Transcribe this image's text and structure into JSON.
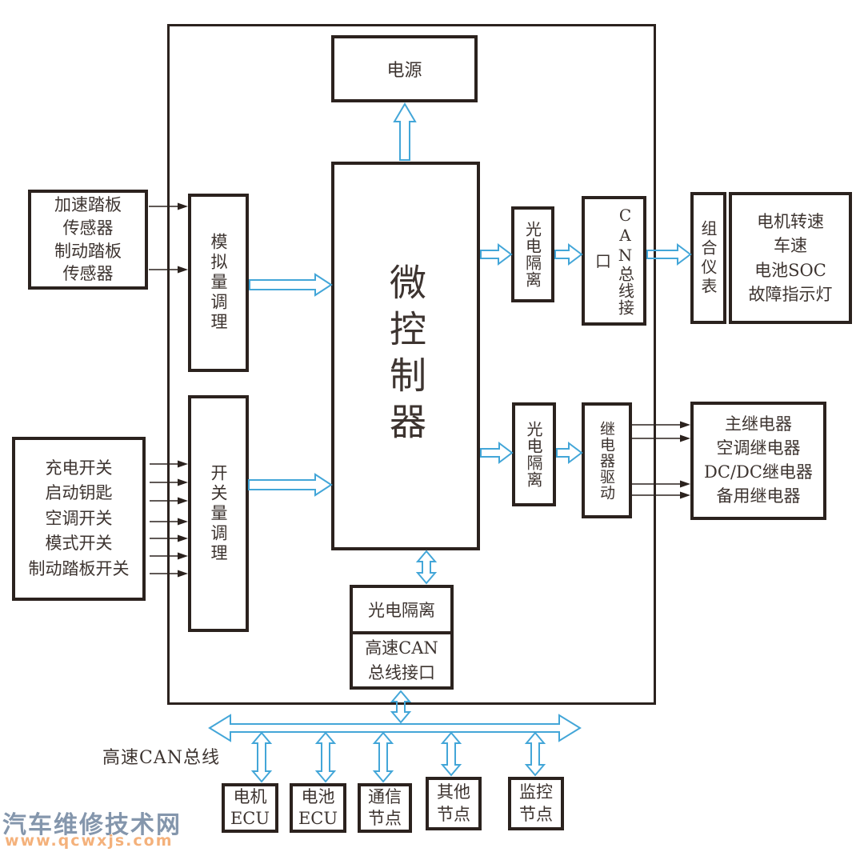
{
  "colors": {
    "accent": "#43a6d8",
    "line": "#2b221e",
    "text": "#3d3430",
    "wmcn": "#8496ac",
    "wmurl": "#f4b17b"
  },
  "boxes": {
    "power": "电源",
    "mcu": "微控制器",
    "pedal_sensors": "加速踏板\n传感器\n制动踏板\n传感器",
    "analog_conditioning": "模拟量调理",
    "switches": "充电开关\n启动钥匙\n空调开关\n模式开关\n制动踏板开关",
    "switch_conditioning": "开关量调理",
    "opto_iso_1": "光电隔离",
    "can_bus_interface": "CAN总线接口",
    "instrument_cluster": "组合仪表",
    "cluster_display": "电机转速\n车速\n电池SOC\n故障指示灯",
    "opto_iso_2": "光电隔离",
    "relay_driver": "继电器驱动",
    "relays": "主继电器\n空调继电器\nDC/DC继电器\n备用继电器",
    "opto_iso_3": "光电隔离",
    "hs_can_interface": "高速CAN\n总线接口",
    "motor_ecu": "电机\nECU",
    "battery_ecu": "电池\nECU",
    "comm_node": "通信\n节点",
    "other_node": "其他\n节点",
    "monitor_node": "监控\n节点"
  },
  "labels": {
    "hs_can_bus": "高速CAN总线"
  },
  "watermark": {
    "site_name": "汽车维修技术网",
    "site_url": "www.qcwxjs.com"
  }
}
